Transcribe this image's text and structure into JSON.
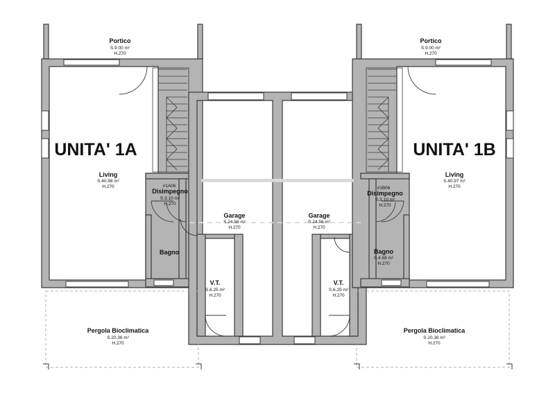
{
  "units": {
    "a": {
      "title": "UNITA' 1A",
      "portico": {
        "name": "Portico",
        "area": "S.9.00 m²",
        "height": "H.270"
      },
      "living": {
        "name": "Living",
        "area": "S.40.98 m²",
        "height": "H.270"
      },
      "disimpegno": {
        "code": "#1A06",
        "name": "Disimpegno",
        "area": "S.3.10 m²",
        "height": "H.270"
      },
      "bagno": {
        "name": "Bagno"
      },
      "garage": {
        "name": "Garage",
        "area": "S.24.56 m²",
        "height": "H.270"
      },
      "vt": {
        "name": "V.T.",
        "area": "S.6.25 m²",
        "height": "H.270"
      },
      "pergola": {
        "name": "Pergola Bioclimatica",
        "area": "S.20.36 m²",
        "height": "H.270"
      }
    },
    "b": {
      "title": "UNITA' 1B",
      "portico": {
        "name": "Portico",
        "area": "S.9.00 m²",
        "height": "H.270"
      },
      "living": {
        "name": "Living",
        "area": "S.40.97 m²",
        "height": "H.270"
      },
      "disimpegno": {
        "code": "#1B06",
        "name": "Disimpegno",
        "area": "S.3.10 m²",
        "height": "H.270"
      },
      "bagno": {
        "name": "Bagno",
        "area": "S.4.68 m²",
        "height": "H.270"
      },
      "garage": {
        "name": "Garage",
        "area": "S.24.56 m²",
        "height": "H.270"
      },
      "vt": {
        "name": "V.T.",
        "area": "S.6.25 m²",
        "height": "H.270"
      },
      "pergola": {
        "name": "Pergola Bioclimatica",
        "area": "S.20.36 m²",
        "height": "H.270"
      }
    }
  },
  "colors": {
    "wall_fill": "#b4b4b4",
    "line": "#3a3a3a",
    "watermark": "#d9d9d9"
  }
}
